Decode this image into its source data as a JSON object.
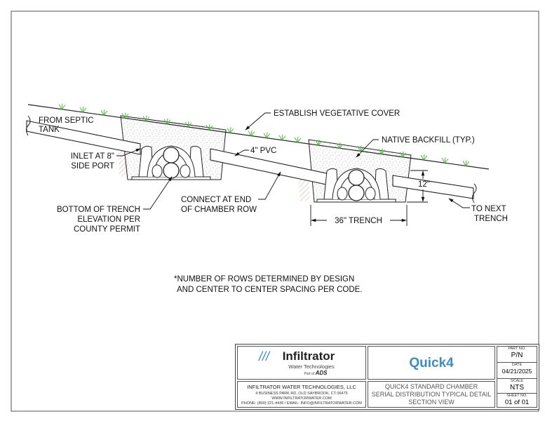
{
  "drawing": {
    "labels": {
      "from_septic": [
        "FROM SEPTIC",
        "TANK"
      ],
      "inlet": [
        "INLET AT 8\"",
        "SIDE PORT"
      ],
      "vegetative": "ESTABLISH VEGETATIVE COVER",
      "backfill": "NATIVE BACKFILL (TYP.)",
      "pvc": "4\" PVC",
      "height": "12\"",
      "connect": [
        "CONNECT AT END",
        "OF CHAMBER ROW"
      ],
      "bottom": [
        "BOTTOM OF TRENCH",
        "ELEVATION PER",
        "COUNTY PERMIT"
      ],
      "next": [
        "TO NEXT",
        "TRENCH"
      ],
      "trench_width": "36\" TRENCH"
    },
    "note": [
      "*NUMBER OF ROWS DETERMINED BY DESIGN",
      "AND CENTER TO CENTER SPACING PER CODE."
    ],
    "colors": {
      "grass": "#4cc13a",
      "soil_hatch": "#c0392b",
      "line": "#222222"
    }
  },
  "title_block": {
    "company_logo": {
      "name": "Infiltrator",
      "sub": "Water Technologies",
      "part_of": "Part of",
      "parent": "ADS"
    },
    "product_logo": "Quick4",
    "product_color": "#3d8cc4",
    "company": "INFILTRATOR WATER TECHNOLOGIES, LLC",
    "address": "4 BUSINESS PARK RD, OLD SAYBROOK, CT 06475",
    "website": "WWW.INFILTRATORWATER.COM",
    "contact": "PHONE: (800) 221-4436 / EMAIL: INFO@INFILTRATORWATER.COM",
    "title": [
      "QUICK4 STANDARD CHAMBER",
      "SERIAL DISTRIBUTION TYPICAL DETAIL",
      "SECTION VIEW"
    ],
    "part_no_label": "PART NO.",
    "part_no": "P/N",
    "date_label": "DATE",
    "date": "04/21/2025",
    "scale_label": "SCALE",
    "scale": "NTS",
    "sheet_label": "SHEET NO.",
    "sheet": "01 of 01"
  }
}
